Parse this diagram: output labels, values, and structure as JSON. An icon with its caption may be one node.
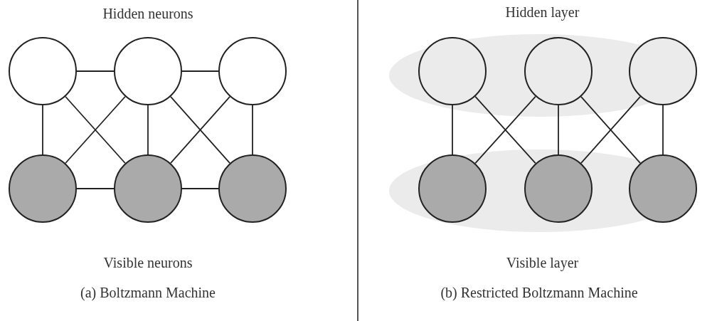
{
  "diagram": {
    "nodes": [
      {
        "text": [],
        "shape": "circle"
      },
      {
        "text": [],
        "shape": "circle"
      },
      {
        "text": [],
        "shape": "circle"
      },
      {
        "text": [],
        "shape": "circle"
      },
      {
        "text": [],
        "shape": "circle"
      },
      {
        "text": [],
        "shape": "circle"
      },
      {
        "text": [
          "Hidden layer"
        ]
      },
      {
        "text": [],
        "shape": "circle",
        "in": 6
      },
      {
        "text": [],
        "shape": "circle",
        "in": 6
      },
      {
        "text": [],
        "shape": "circle",
        "in": 6
      },
      {
        "text": [
          "Visible layer"
        ]
      },
      {
        "text": [],
        "shape": "circle",
        "in": 10
      },
      {
        "text": [],
        "shape": "circle",
        "in": 10
      },
      {
        "text": [],
        "shape": "circle",
        "in": 10
      }
    ],
    "edges": [
      {
        "from": 0,
        "to": 1,
        "arrow": "none"
      },
      {
        "from": 1,
        "to": 2,
        "arrow": "none"
      },
      {
        "from": 3,
        "to": 4,
        "arrow": "none"
      },
      {
        "from": 4,
        "to": 5,
        "arrow": "none"
      },
      {
        "from": 0,
        "to": 3,
        "arrow": "none"
      },
      {
        "from": 0,
        "to": 4,
        "arrow": "none"
      },
      {
        "from": 1,
        "to": 3,
        "arrow": "none"
      },
      {
        "from": 1,
        "to": 4,
        "arrow": "none"
      },
      {
        "from": 1,
        "to": 5,
        "arrow": "none"
      },
      {
        "from": 2,
        "to": 4,
        "arrow": "none"
      },
      {
        "from": 2,
        "to": 5,
        "arrow": "none"
      },
      {
        "from": 7,
        "to": 11,
        "arrow": "none"
      },
      {
        "from": 7,
        "to": 12,
        "arrow": "none"
      },
      {
        "from": 8,
        "to": 11,
        "arrow": "none"
      },
      {
        "from": 8,
        "to": 12,
        "arrow": "none"
      },
      {
        "from": 8,
        "to": 13,
        "arrow": "none"
      },
      {
        "from": 9,
        "to": 12,
        "arrow": "none"
      },
      {
        "from": 9,
        "to": 13,
        "arrow": "none"
      }
    ],
    "labels": [
      "Hidden neurons",
      "Visible neurons",
      "(a) Boltzmann Machine",
      "(b) Restricted Boltzmann Machine"
    ]
  }
}
